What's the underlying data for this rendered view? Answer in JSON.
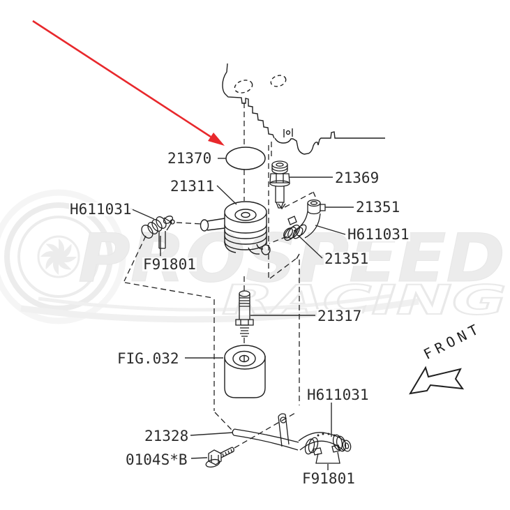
{
  "title": "Engine oil cooler exploded parts diagram",
  "watermark": {
    "line1": "PROSPEED",
    "line2": "RACING"
  },
  "front_label": "FRONT",
  "colors": {
    "line": "#1f1f1f",
    "label_text": "#2b2b2b",
    "highlight_arrow": "#e8282c",
    "watermark": "#ececec",
    "background": "#ffffff"
  },
  "labels": {
    "p21370": "21370",
    "p21311": "21311",
    "p21369": "21369",
    "h611031_left": "H611031",
    "p21351_top": "21351",
    "h611031_right": "H611031",
    "p21351_low": "21351",
    "f91801_left": "F91801",
    "p21317": "21317",
    "fig032": "FIG.032",
    "h611031_bottom": "H611031",
    "p21328": "21328",
    "p0104sb": "0104S*B",
    "f91801_bottom": "F91801"
  }
}
